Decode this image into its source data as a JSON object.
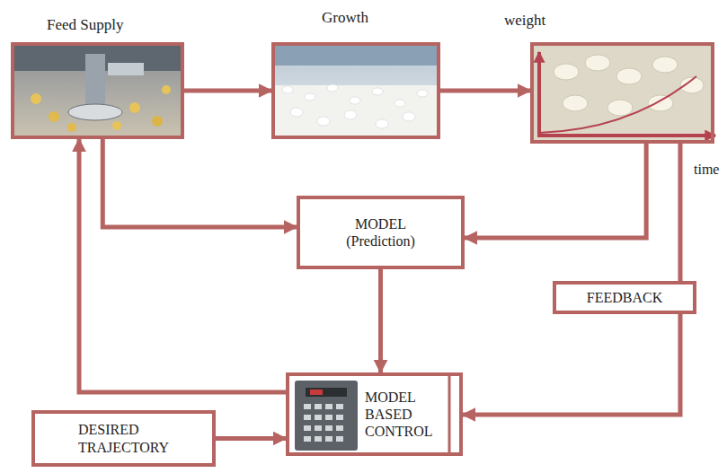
{
  "diagram": {
    "nodes": [
      {
        "text": [
          "Feed Supply"
        ]
      },
      {
        "text": [
          "Growth"
        ]
      },
      {
        "text": [
          "weight"
        ]
      },
      {
        "text": [
          "MODEL",
          "(Prediction)"
        ]
      },
      {
        "text": [
          "FEEDBACK"
        ]
      },
      {
        "text": [
          "MODEL BASED CONTROL"
        ]
      },
      {
        "text": [
          "DESIRED TRAJECTORY"
        ]
      }
    ],
    "edges": [
      {
        "from": 0,
        "to": 1,
        "arrow": "to"
      },
      {
        "from": 1,
        "to": 2,
        "arrow": "to"
      },
      {
        "from": 0,
        "to": 3,
        "arrow": "to"
      },
      {
        "from": 2,
        "to": 3,
        "arrow": "to"
      },
      {
        "from": 2,
        "to": 4,
        "arrow": "none"
      },
      {
        "from": 4,
        "to": 5,
        "arrow": "to"
      },
      {
        "from": 3,
        "to": 5,
        "arrow": "to"
      },
      {
        "from": 6,
        "to": 5,
        "arrow": "to"
      },
      {
        "from": 5,
        "to": 0,
        "arrow": "to"
      }
    ],
    "labels": [
      "time"
    ]
  }
}
